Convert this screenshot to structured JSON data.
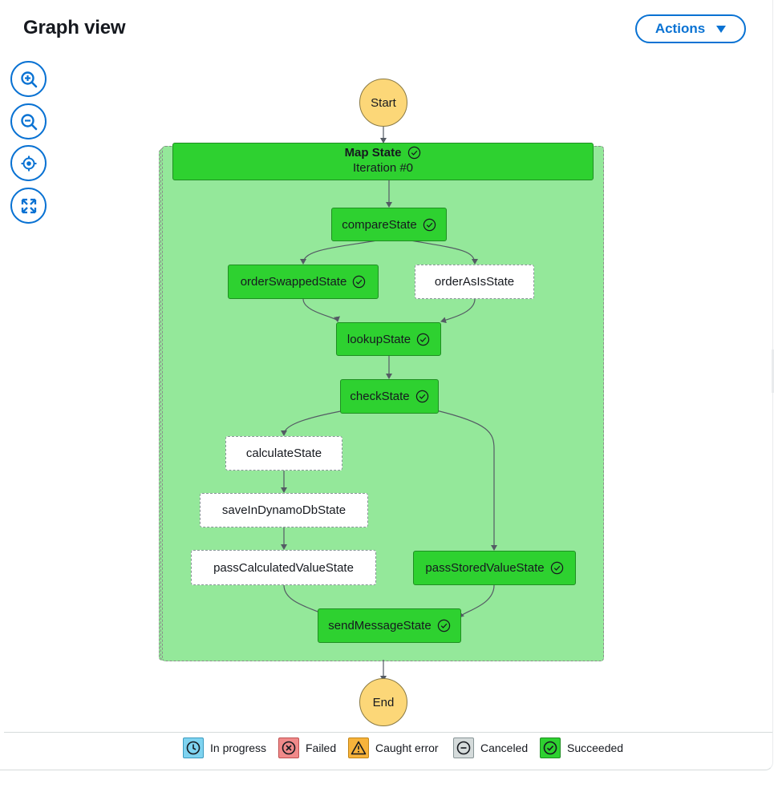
{
  "header": {
    "title": "Graph view",
    "actions_label": "Actions"
  },
  "zoom_controls": [
    "zoom-in-icon",
    "zoom-out-icon",
    "center-icon",
    "fit-icon"
  ],
  "graph": {
    "start": "Start",
    "end": "End",
    "map": {
      "title": "Map State",
      "subtitle": "Iteration #0"
    },
    "states": {
      "compare": "compareState",
      "order_swapped": "orderSwappedState",
      "order_as_is": "orderAsIsState",
      "lookup": "lookupState",
      "check": "checkState",
      "calculate": "calculateState",
      "save": "saveInDynamoDbState",
      "pass_calculated": "passCalculatedValueState",
      "pass_stored": "passStoredValueState",
      "send_message": "sendMessageState"
    }
  },
  "legend": {
    "in_progress": "In progress",
    "failed": "Failed",
    "caught_error": "Caught error",
    "canceled": "Canceled",
    "succeeded": "Succeeded"
  },
  "colors": {
    "accent": "#0972d3",
    "succeeded": "#2ed130",
    "map_background": "#94e89a",
    "start_end": "#fcd778",
    "in_progress": "#7fd3f0",
    "failed": "#f08a8a",
    "caught_error": "#f7b33b",
    "canceled": "#d5dbdb"
  }
}
